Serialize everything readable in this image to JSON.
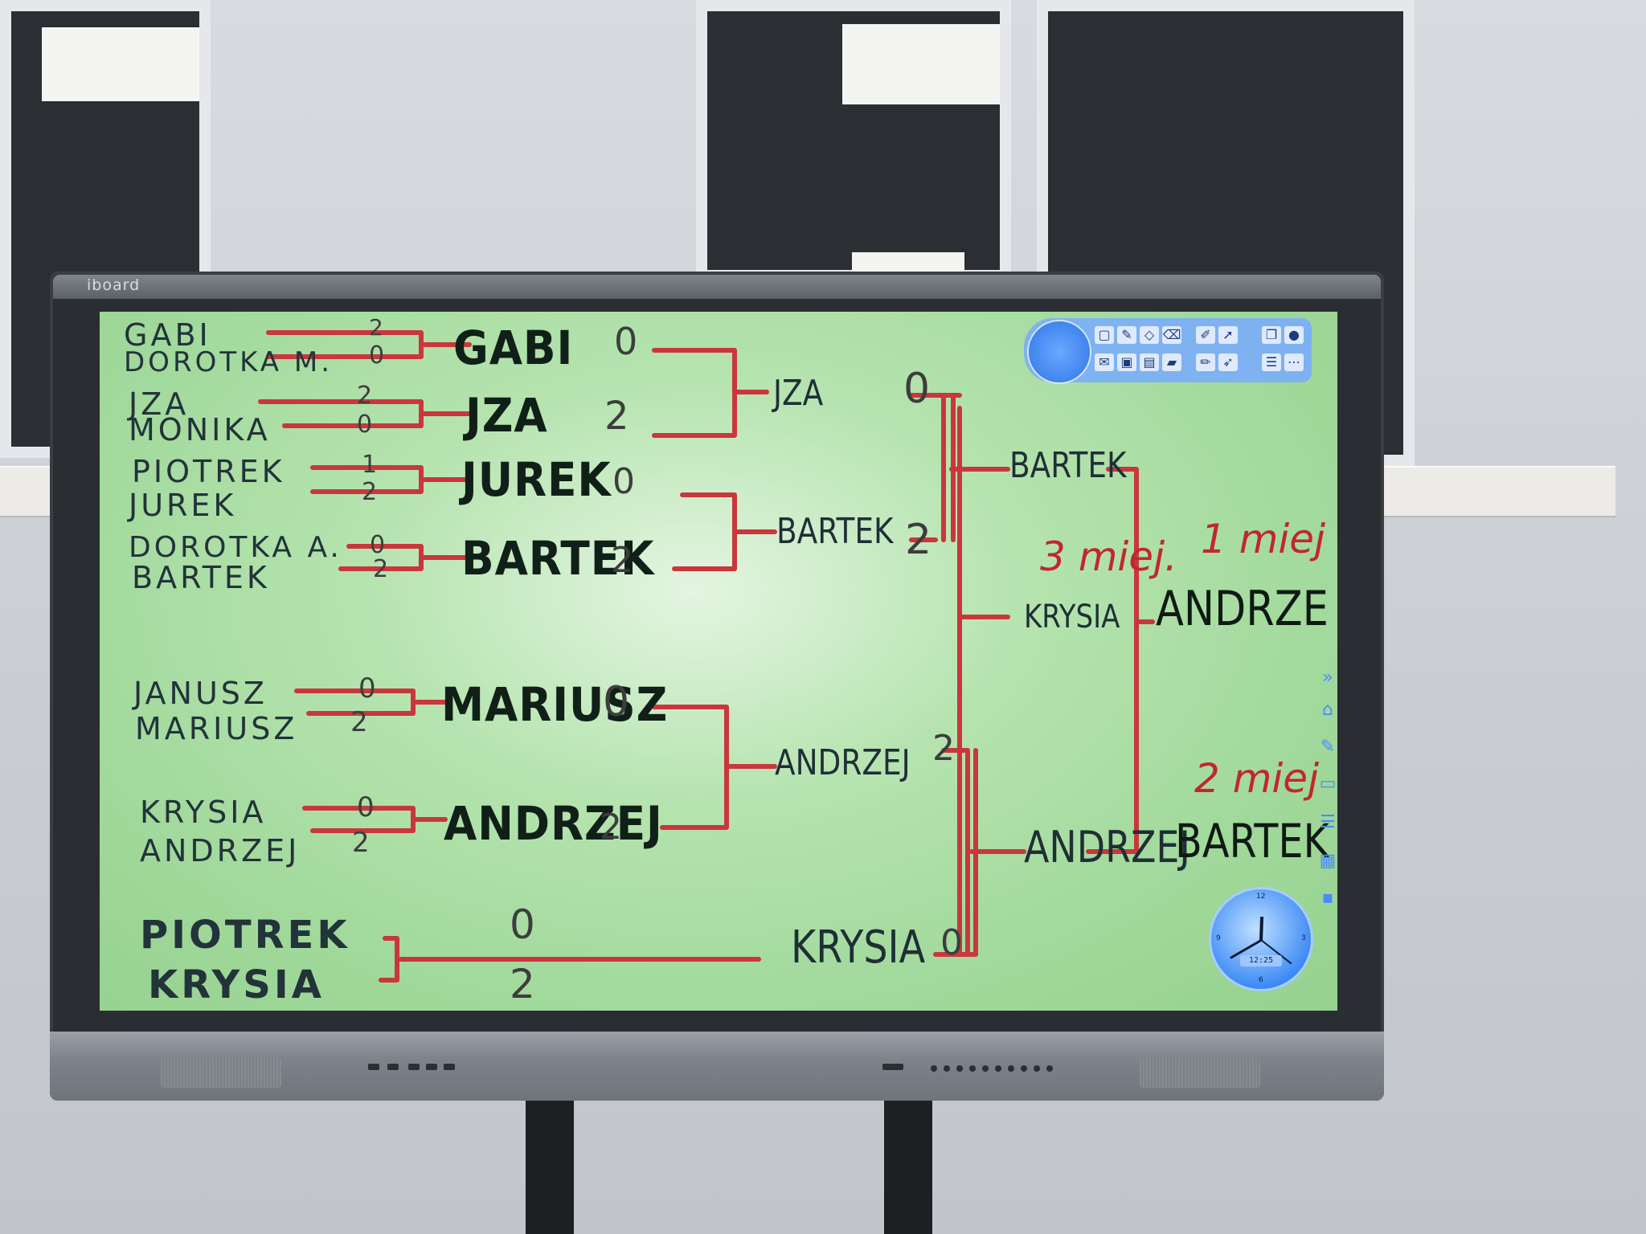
{
  "device": {
    "brand": "iboard"
  },
  "bracket": {
    "round1": [
      {
        "top": "GABI",
        "bottom": "DOROTKA M.",
        "score_top": "2",
        "score_bottom": "0"
      },
      {
        "top": "JZA",
        "bottom": "MONIKA",
        "score_top": "2",
        "score_bottom": "0"
      },
      {
        "top": "PIOTREK",
        "bottom": "JUREK",
        "score_top": "1",
        "score_bottom": "2"
      },
      {
        "top": "DOROTKA A.",
        "bottom": "BARTEK",
        "score_top": "0",
        "score_bottom": "2"
      },
      {
        "top": "JANUSZ",
        "bottom": "MARIUSZ",
        "score_top": "0",
        "score_bottom": "2"
      },
      {
        "top": "KRYSIA",
        "bottom": "ANDRZEJ",
        "score_top": "0",
        "score_bottom": "2"
      },
      {
        "top": "PIOTREK",
        "bottom": "KRYSIA",
        "score_top": "0",
        "score_bottom": "2"
      }
    ],
    "round2": [
      {
        "name": "GABI",
        "score": "0"
      },
      {
        "name": "JZA",
        "score": "2"
      },
      {
        "name": "JUREK",
        "score": "0"
      },
      {
        "name": "BARTEK",
        "score": "2"
      },
      {
        "name": "MARIUSZ",
        "score": "0"
      },
      {
        "name": "ANDRZEJ",
        "score": "2"
      }
    ],
    "round3": [
      {
        "name": "JZA",
        "score": "0"
      },
      {
        "name": "BARTEK",
        "score": "2"
      },
      {
        "name": "ANDRZEJ",
        "score": "2"
      },
      {
        "name": "KRYSIA",
        "score": "0"
      }
    ],
    "round4": [
      {
        "name": "BARTEK"
      },
      {
        "name": "KRYSIA"
      },
      {
        "name": "ANDRZEJ"
      }
    ],
    "places": {
      "third_label": "3 miej.",
      "first_label": "1 miej",
      "first_name": "ANDRZE",
      "second_label": "2 miej",
      "second_name": "BARTEK"
    }
  },
  "clock": {
    "n12": "12",
    "n3": "3",
    "n6": "6",
    "n9": "9",
    "digital": "12:25"
  },
  "colors": {
    "board": "#a8dca2",
    "ink": "#1a2a1f",
    "marker_red": "#c0282e",
    "toolbar": "#6aa8ff"
  },
  "icons": [
    "move-icon",
    "pen-icon",
    "eraser-icon",
    "shape-icon",
    "highlighter-icon",
    "page-icon",
    "folder-icon",
    "layers-icon",
    "menu-icon",
    "home-icon",
    "screen-icon",
    "list-icon",
    "grid-icon",
    "clock-icon"
  ]
}
